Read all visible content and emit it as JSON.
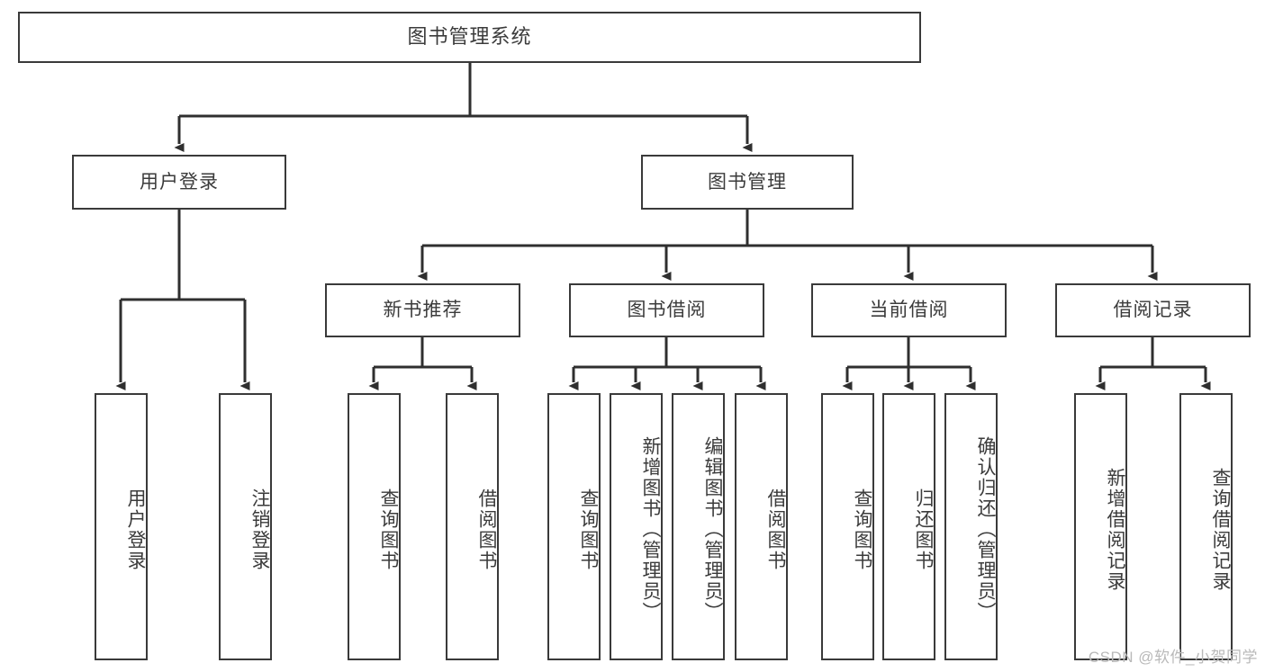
{
  "diagram": {
    "title": "图书管理系统",
    "type": "tree",
    "root": {
      "id": "root",
      "label": "图书管理系统",
      "orientation": "horizontal"
    },
    "level2": [
      {
        "id": "user-login",
        "label": "用户登录",
        "orientation": "horizontal"
      },
      {
        "id": "book-management",
        "label": "图书管理",
        "orientation": "horizontal"
      }
    ],
    "level3": [
      {
        "id": "new-book-recommend",
        "label": "新书推荐",
        "orientation": "horizontal",
        "parent": "book-management"
      },
      {
        "id": "book-borrow",
        "label": "图书借阅",
        "orientation": "horizontal",
        "parent": "book-management"
      },
      {
        "id": "current-borrow",
        "label": "当前借阅",
        "orientation": "horizontal",
        "parent": "book-management"
      },
      {
        "id": "borrow-record",
        "label": "借阅记录",
        "orientation": "horizontal",
        "parent": "book-management"
      }
    ],
    "leaves": [
      {
        "id": "leaf-user-login",
        "label": "用户登录",
        "parent": "user-login"
      },
      {
        "id": "leaf-logout-login",
        "label": "注销登录",
        "parent": "user-login"
      },
      {
        "id": "leaf-query-book-1",
        "label": "查询图书",
        "parent": "new-book-recommend"
      },
      {
        "id": "leaf-borrow-book-1",
        "label": "借阅图书",
        "parent": "new-book-recommend"
      },
      {
        "id": "leaf-query-book-2",
        "label": "查询图书",
        "parent": "book-borrow"
      },
      {
        "id": "leaf-add-book",
        "label": "新增图书（管理员）",
        "parent": "book-borrow"
      },
      {
        "id": "leaf-edit-book",
        "label": "编辑图书（管理员）",
        "parent": "book-borrow"
      },
      {
        "id": "leaf-borrow-book-2",
        "label": "借阅图书",
        "parent": "book-borrow"
      },
      {
        "id": "leaf-query-book-3",
        "label": "查询图书",
        "parent": "current-borrow"
      },
      {
        "id": "leaf-return-book",
        "label": "归还图书",
        "parent": "current-borrow"
      },
      {
        "id": "leaf-confirm-return",
        "label": "确认归还（管理员）",
        "parent": "current-borrow"
      },
      {
        "id": "leaf-add-record",
        "label": "新增借阅记录",
        "parent": "borrow-record"
      },
      {
        "id": "leaf-query-record",
        "label": "查询借阅记录",
        "parent": "borrow-record"
      }
    ]
  },
  "watermark": {
    "text": "CSDN @软件_小贺同学"
  },
  "colors": {
    "border": "#3a3a3a",
    "text": "#3b3b3b",
    "background": "#ffffff",
    "connector": "#2f2f2f",
    "watermark": "#b9b9b9"
  }
}
